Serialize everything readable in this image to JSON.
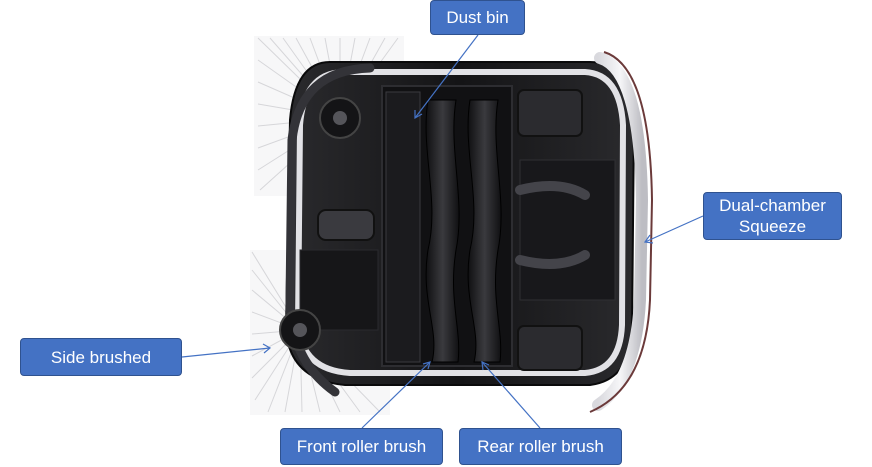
{
  "labels": {
    "dust_bin": "Dust bin",
    "dual_chamber": "Dual-chamber\nSqueeze",
    "side_brushed": "Side brushed",
    "front_roller": "Front roller brush",
    "rear_roller": "Rear roller brush"
  },
  "colors": {
    "callout_fill": "#4472c4",
    "callout_border": "#2f528f",
    "leader_line": "#4472c4",
    "robot_body": "#1c1c1e",
    "robot_dark": "#0e0e10"
  }
}
